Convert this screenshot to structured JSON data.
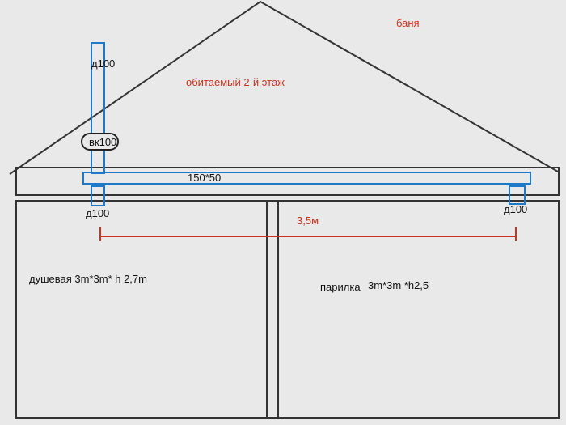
{
  "labels": {
    "banya": "баня",
    "floor2": "обитаемый 2-й этаж",
    "duct_top": "д100",
    "vk": "вк100",
    "beam": "150*50",
    "duct_left": "д100",
    "duct_right": "д100",
    "distance": "3,5м",
    "shower_room": "душевая 3m*3m* h 2,7m",
    "steam_room_name": "парилка",
    "steam_room_size": "3m*3m *h2,5"
  },
  "colors": {
    "background": "#e9e9e9",
    "outline": "#333333",
    "duct": "#1f78c8",
    "dimension": "#c8321e",
    "accent_text": "#c8321e",
    "text": "#111111"
  }
}
